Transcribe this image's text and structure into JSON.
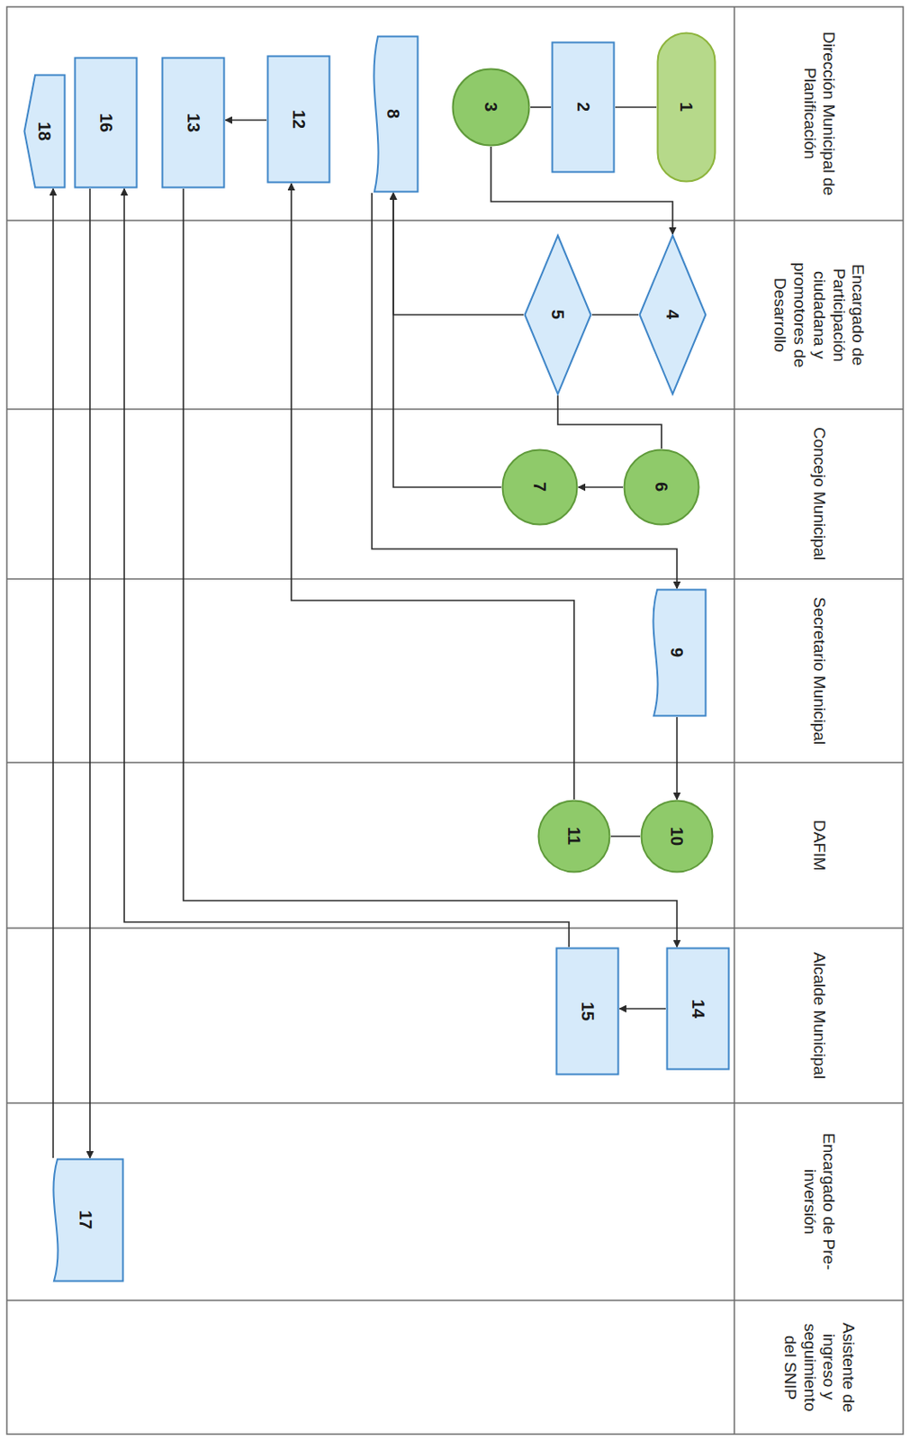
{
  "diagram": {
    "nodes": [
      {
        "text": [
          "1"
        ]
      },
      {
        "text": [
          "2"
        ]
      },
      {
        "text": [
          "3"
        ]
      },
      {
        "text": [
          "4"
        ]
      },
      {
        "text": [
          "5"
        ]
      },
      {
        "text": [
          "6"
        ]
      },
      {
        "text": [
          "7"
        ]
      },
      {
        "text": [
          "8"
        ]
      },
      {
        "text": [
          "9"
        ]
      },
      {
        "text": [
          "10"
        ]
      },
      {
        "text": [
          "11"
        ]
      },
      {
        "text": [
          "12"
        ]
      },
      {
        "text": [
          "13"
        ]
      },
      {
        "text": [
          "14"
        ]
      },
      {
        "text": [
          "15"
        ]
      },
      {
        "text": [
          "16"
        ]
      },
      {
        "text": [
          "17"
        ]
      },
      {
        "text": [
          "18"
        ]
      }
    ],
    "edges": [
      {
        "from": 0,
        "to": 1,
        "arrow": "none"
      },
      {
        "from": 1,
        "to": 2,
        "arrow": "none"
      },
      {
        "from": 2,
        "to": 3,
        "arrow": "to"
      },
      {
        "from": 3,
        "to": 4,
        "arrow": "none"
      },
      {
        "from": 4,
        "to": 5,
        "arrow": "none"
      },
      {
        "from": 5,
        "to": 6,
        "arrow": "to"
      },
      {
        "from": 4,
        "to": 7,
        "arrow": "to"
      },
      {
        "from": 6,
        "to": 7,
        "arrow": "to"
      },
      {
        "from": 7,
        "to": 8,
        "arrow": "to"
      },
      {
        "from": 8,
        "to": 9,
        "arrow": "to"
      },
      {
        "from": 9,
        "to": 10,
        "arrow": "none"
      },
      {
        "from": 10,
        "to": 11,
        "arrow": "to"
      },
      {
        "from": 11,
        "to": 12,
        "arrow": "to"
      },
      {
        "from": 12,
        "to": 13,
        "arrow": "to"
      },
      {
        "from": 13,
        "to": 14,
        "arrow": "to"
      },
      {
        "from": 14,
        "to": 15,
        "arrow": "to"
      },
      {
        "from": 15,
        "to": 16,
        "arrow": "to"
      },
      {
        "from": 16,
        "to": 17,
        "arrow": "to"
      }
    ],
    "labels": [
      "Dirección Municipal de Planificación",
      "Encargado de Participación ciudadana y promotores de Desarrollo",
      "Concejo Municipal",
      "Secretario Municipal",
      "DAFIM",
      "Alcalde Municipal",
      "Encargado de Pre-inversión",
      "Asistente de ingreso y seguimiento del SNIP"
    ]
  }
}
